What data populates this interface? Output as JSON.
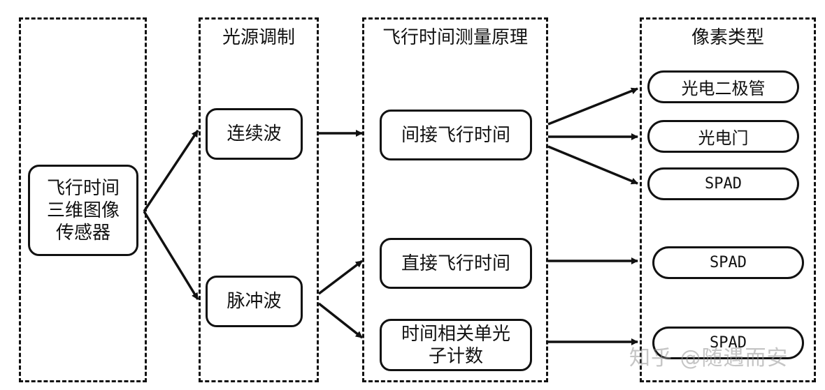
{
  "columns": {
    "sensor": {
      "title": ""
    },
    "modulation": {
      "title": "光源调制"
    },
    "principle": {
      "title": "飞行时间测量原理"
    },
    "pixel": {
      "title": "像素类型"
    }
  },
  "nodes": {
    "sensor": {
      "lines": [
        "飞行时间",
        "三维图像",
        "传感器"
      ]
    },
    "cw": {
      "label": "连续波"
    },
    "pulse": {
      "label": "脉冲波"
    },
    "itof": {
      "label": "间接飞行时间"
    },
    "dtof": {
      "label": "直接飞行时间"
    },
    "tcspc": {
      "lines": [
        "时间相关单光",
        "子计数"
      ]
    }
  },
  "pixels": {
    "photodiode": "光电二极管",
    "photogate": "光电门",
    "spad1": "SPAD",
    "spad2": "SPAD",
    "spad3": "SPAD"
  },
  "watermark": "知乎 @随遇而安",
  "colors": {
    "stroke": "#111111",
    "background": "#ffffff"
  }
}
